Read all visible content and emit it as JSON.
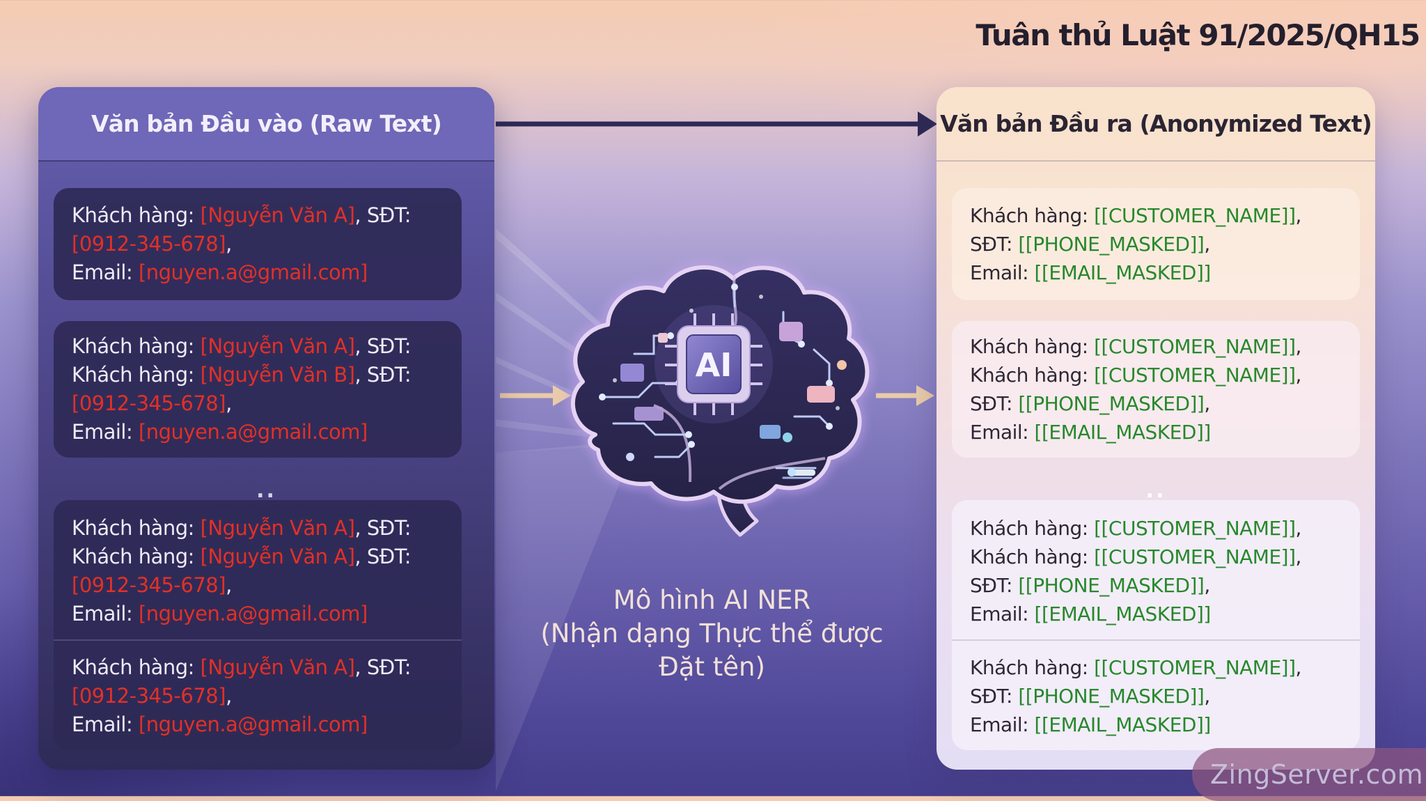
{
  "compliance_title": "Tuân thủ Luật 91/2025/QH15",
  "input_panel": {
    "title": "Văn bản Đầu vào (Raw Text)",
    "ellipsis": "..",
    "card1_lines": [
      [
        {
          "t": "Khách hàng: ",
          "k": "plain"
        },
        {
          "t": "[Nguyễn Văn A]",
          "k": "pii"
        },
        {
          "t": ", SĐT:",
          "k": "plain"
        }
      ],
      [
        {
          "t": "[0912-345-678]",
          "k": "pii"
        },
        {
          "t": ",",
          "k": "plain"
        }
      ],
      [
        {
          "t": "Email: ",
          "k": "plain"
        },
        {
          "t": "[nguyen.a@gmail.com]",
          "k": "pii"
        }
      ]
    ],
    "card2_lines": [
      [
        {
          "t": "Khách hàng: ",
          "k": "plain"
        },
        {
          "t": "[Nguyễn Văn A]",
          "k": "pii"
        },
        {
          "t": ", SĐT:",
          "k": "plain"
        }
      ],
      [
        {
          "t": "Khách hàng: ",
          "k": "plain"
        },
        {
          "t": "[Nguyễn Văn B]",
          "k": "pii"
        },
        {
          "t": ", SĐT:",
          "k": "plain"
        }
      ],
      [
        {
          "t": "[0912-345-678]",
          "k": "pii"
        },
        {
          "t": ",",
          "k": "plain"
        }
      ],
      [
        {
          "t": "Email: ",
          "k": "plain"
        },
        {
          "t": "[nguyen.a@gmail.com]",
          "k": "pii"
        }
      ]
    ],
    "card3_lines": [
      [
        {
          "t": "Khách hàng: ",
          "k": "plain"
        },
        {
          "t": "[Nguyễn Văn A]",
          "k": "pii"
        },
        {
          "t": ", SĐT:",
          "k": "plain"
        }
      ],
      [
        {
          "t": "Khách hàng: ",
          "k": "plain"
        },
        {
          "t": "[Nguyễn Văn A]",
          "k": "pii"
        },
        {
          "t": ", SĐT:",
          "k": "plain"
        }
      ],
      [
        {
          "t": "[0912-345-678]",
          "k": "pii"
        },
        {
          "t": ",",
          "k": "plain"
        }
      ],
      [
        {
          "t": "Email: ",
          "k": "plain"
        },
        {
          "t": "[nguyen.a@gmail.com]",
          "k": "pii"
        }
      ]
    ],
    "card4_lines": [
      [
        {
          "t": "Khách hàng: ",
          "k": "plain"
        },
        {
          "t": "[Nguyễn Văn A]",
          "k": "pii"
        },
        {
          "t": ", SĐT:",
          "k": "plain"
        }
      ],
      [
        {
          "t": "[0912-345-678]",
          "k": "pii"
        },
        {
          "t": ",",
          "k": "plain"
        }
      ],
      [
        {
          "t": "Email: ",
          "k": "plain"
        },
        {
          "t": "[nguyen.a@gmail.com]",
          "k": "pii"
        }
      ]
    ]
  },
  "output_panel": {
    "title": "Văn bản Đầu ra (Anonymized Text)",
    "ellipsis": "..",
    "card1_lines": [
      [
        {
          "t": "Khách hàng: ",
          "k": "plain"
        },
        {
          "t": "[[CUSTOMER_NAME]]",
          "k": "mask"
        },
        {
          "t": ",",
          "k": "plain"
        }
      ],
      [
        {
          "t": "SĐT: ",
          "k": "plain"
        },
        {
          "t": "[[PHONE_MASKED]]",
          "k": "mask"
        },
        {
          "t": ",",
          "k": "plain"
        }
      ],
      [
        {
          "t": "Email: ",
          "k": "plain"
        },
        {
          "t": "[[EMAIL_MASKED]]",
          "k": "mask"
        }
      ]
    ],
    "card2_lines": [
      [
        {
          "t": "Khách hàng: ",
          "k": "plain"
        },
        {
          "t": "[[CUSTOMER_NAME]]",
          "k": "mask"
        },
        {
          "t": ",",
          "k": "plain"
        }
      ],
      [
        {
          "t": "Khách hàng: ",
          "k": "plain"
        },
        {
          "t": "[[CUSTOMER_NAME]]",
          "k": "mask"
        },
        {
          "t": ",",
          "k": "plain"
        }
      ],
      [
        {
          "t": "SĐT: ",
          "k": "plain"
        },
        {
          "t": "[[PHONE_MASKED]]",
          "k": "mask"
        },
        {
          "t": ",",
          "k": "plain"
        }
      ],
      [
        {
          "t": "Email: ",
          "k": "plain"
        },
        {
          "t": "[[EMAIL_MASKED]]",
          "k": "mask"
        }
      ]
    ],
    "card3_lines": [
      [
        {
          "t": "Khách hàng: ",
          "k": "plain"
        },
        {
          "t": "[[CUSTOMER_NAME]]",
          "k": "mask"
        },
        {
          "t": ",",
          "k": "plain"
        }
      ],
      [
        {
          "t": "Khách hàng: ",
          "k": "plain"
        },
        {
          "t": "[[CUSTOMER_NAME]]",
          "k": "mask"
        },
        {
          "t": ",",
          "k": "plain"
        }
      ],
      [
        {
          "t": "SĐT: ",
          "k": "plain"
        },
        {
          "t": "[[PHONE_MASKED]]",
          "k": "mask"
        },
        {
          "t": ",",
          "k": "plain"
        }
      ],
      [
        {
          "t": "Email: ",
          "k": "plain"
        },
        {
          "t": "[[EMAIL_MASKED]]",
          "k": "mask"
        }
      ]
    ],
    "card4_lines": [
      [
        {
          "t": "Khách hàng: ",
          "k": "plain"
        },
        {
          "t": "[[CUSTOMER_NAME]]",
          "k": "mask"
        },
        {
          "t": ",",
          "k": "plain"
        }
      ],
      [
        {
          "t": "SĐT: ",
          "k": "plain"
        },
        {
          "t": "[[PHONE_MASKED]]",
          "k": "mask"
        },
        {
          "t": ",",
          "k": "plain"
        }
      ],
      [
        {
          "t": "Email: ",
          "k": "plain"
        },
        {
          "t": "[[EMAIL_MASKED]]",
          "k": "mask"
        }
      ]
    ]
  },
  "ai_model": {
    "chip_label": "AI",
    "caption_lines": [
      "Mô hình AI NER",
      "(Nhận dạng Thực thể được",
      "Đặt tên)"
    ]
  },
  "watermark": "ZingServer.com",
  "colors": {
    "pii_red": "#e33026",
    "mask_green": "#27882c",
    "arrow_dark": "#2e2955",
    "arrow_light": "#e9cba9",
    "left_panel_header": "#6f67b7",
    "right_panel_top": "#f9e3cc",
    "watermark_bg": "#8e5680"
  }
}
